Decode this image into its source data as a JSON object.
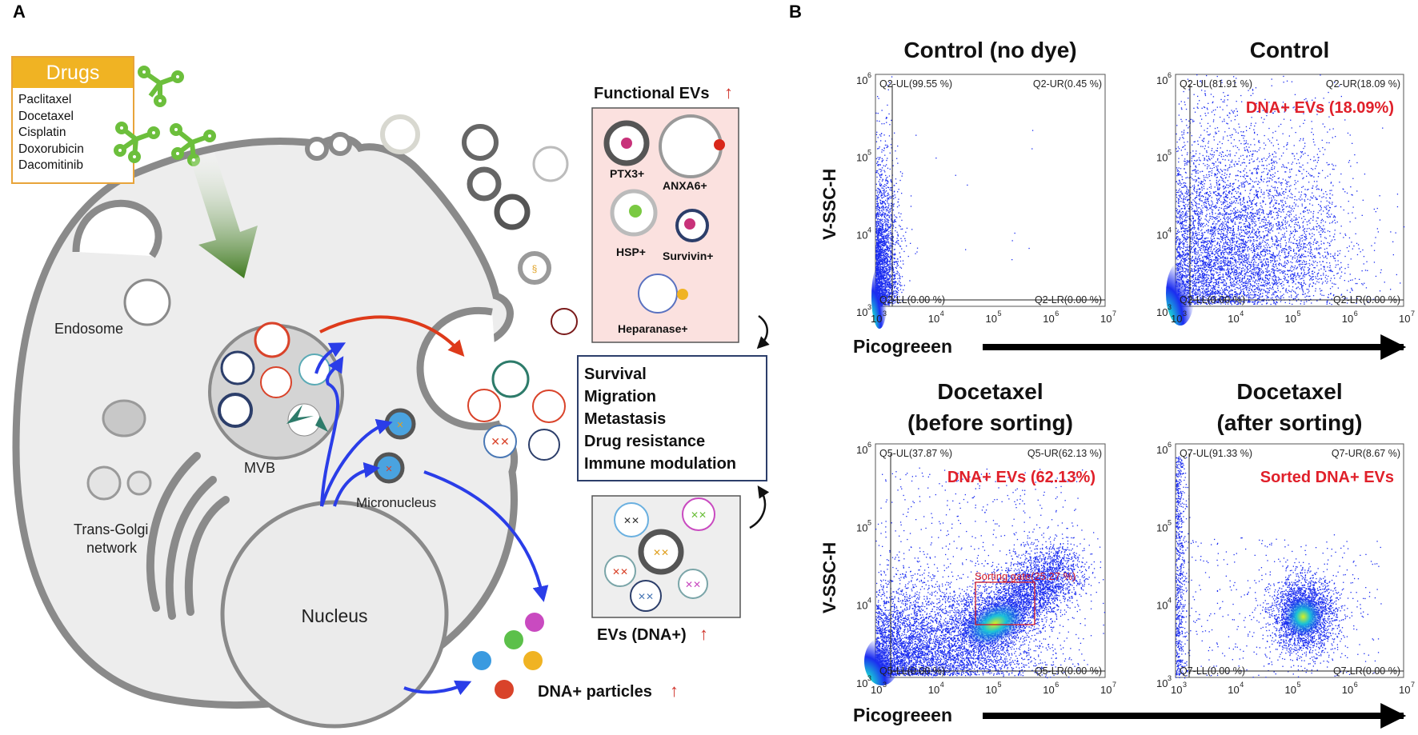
{
  "panel_a": {
    "label": "A",
    "drugs_title": "Drugs",
    "drugs": [
      "Paclitaxel",
      "Docetaxel",
      "Cisplatin",
      "Doxorubicin",
      "Dacomitinib"
    ],
    "endosome": "Endosome",
    "mvb": "MVB",
    "golgi": "Trans-Golgi network",
    "golgi_line1": "Trans-Golgi",
    "golgi_line2": "network",
    "nucleus": "Nucleus",
    "micronucleus": "Micronucleus",
    "functional_evs": "Functional EVs",
    "ev_markers": [
      "PTX3+",
      "ANXA6+",
      "HSP+",
      "Survivin+",
      "Heparanase+"
    ],
    "effects": [
      "Survival",
      "Migration",
      "Metastasis",
      "Drug resistance",
      "Immune modulation"
    ],
    "evs_dna": "EVs (DNA+)",
    "dna_particles": "DNA+ particles",
    "up_arrow": "↑",
    "colors": {
      "up_arrow": "#d0342c",
      "drug_header": "#f0b323",
      "drug_border": "#e8a43a",
      "flow_arrow": "#2a3de8",
      "mvb_arrow": "#de3a1a",
      "functional_bg": "#fbe1df",
      "evs_bg": "#eeeeee",
      "molecule": "#6cbf3c"
    }
  },
  "panel_b": {
    "label": "B",
    "y_axis_label": "V-SSC-H",
    "x_axis_label": "Picogreeen",
    "plots": [
      {
        "title_line1": "Control (no dye)",
        "title_line2": "",
        "UL": "Q2-UL(99.55 %)",
        "UR": "Q2-UR(0.45 %)",
        "LL": "Q2-LL(0.00 %)",
        "LR": "Q2-LR(0.00 %)",
        "annotation": "",
        "gate": ""
      },
      {
        "title_line1": "Control",
        "title_line2": "",
        "UL": "Q2-UL(81.91 %)",
        "UR": "Q2-UR(18.09 %)",
        "LL": "Q2-LL(0.00 %)",
        "LR": "Q2-LR(0.00 %)",
        "annotation": "DNA+ EVs (18.09%)",
        "gate": ""
      },
      {
        "title_line1": "Docetaxel",
        "title_line2": "(before sorting)",
        "UL": "Q5-UL(37.87 %)",
        "UR": "Q5-UR(62.13 %)",
        "LL": "Q5-LL(0.00 %)",
        "LR": "Q5-LR(0.00 %)",
        "annotation": "DNA+ EVs (62.13%)",
        "gate": "Sorting gate(25.27 %)"
      },
      {
        "title_line1": "Docetaxel",
        "title_line2": "(after sorting)",
        "UL": "Q7-UL(91.33 %)",
        "UR": "Q7-UR(8.67 %)",
        "LL": "Q7-LL(0.00 %)",
        "LR": "Q7-LR(0.00 %)",
        "annotation": "Sorted DNA+ EVs",
        "gate": ""
      }
    ],
    "x_ticks": [
      "10",
      "10",
      "10",
      "10",
      "10"
    ],
    "x_tick_exps": [
      "3",
      "4",
      "5",
      "6",
      "7"
    ],
    "y_ticks": [
      "10",
      "10",
      "10",
      "10"
    ],
    "y_tick_exps": [
      "3",
      "4",
      "5",
      "6"
    ],
    "colors": {
      "annotation": "#e0202a",
      "scatter_low": "#1a2cf0",
      "scatter_mid": "#19c2d8",
      "scatter_high": "#d9f01e"
    }
  }
}
